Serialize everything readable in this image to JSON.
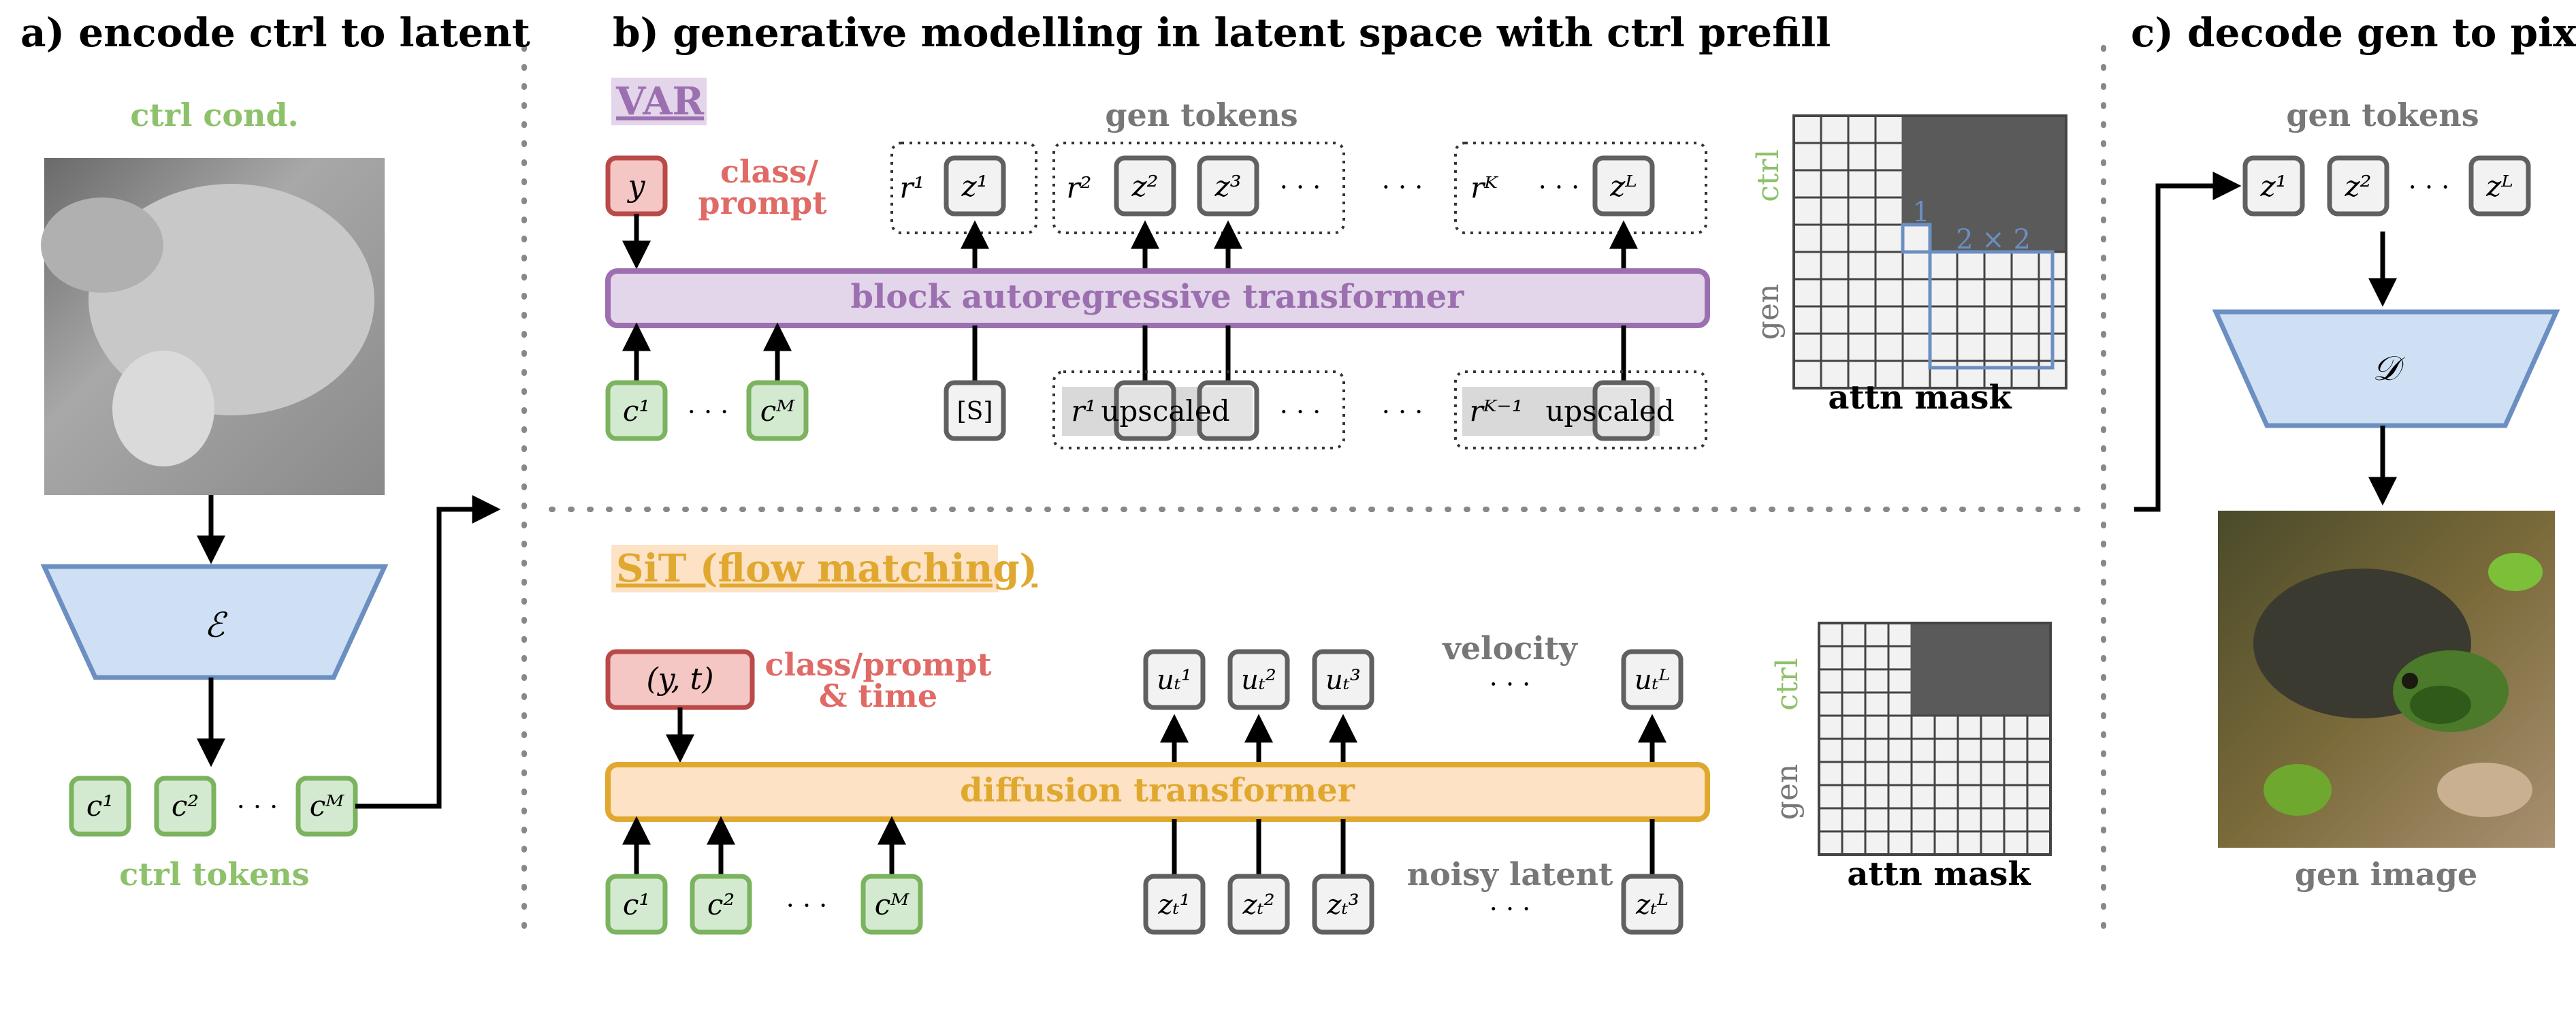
{
  "panels": {
    "a_title": "a) encode ctrl to latent",
    "b_title": "b) generative modelling in latent space with ctrl prefill",
    "c_title": "c) decode gen to pixels"
  },
  "panel_a": {
    "ctrl_cond": "ctrl cond.",
    "encoder": "ℰ",
    "ctrl_tokens": "ctrl tokens",
    "tokens": [
      "c¹",
      "c²",
      "· · ·",
      "cᴹ"
    ]
  },
  "var": {
    "label": "VAR",
    "cond": "y",
    "cond_label_1": "class/",
    "cond_label_2": "prompt",
    "gen_tokens": "gen tokens",
    "transformer": "block autoregressive transformer",
    "out_tokens": [
      "r¹",
      "z¹",
      "r²",
      "z²",
      "z³",
      "· · ·",
      "· · ·",
      "rᴷ",
      "· · ·",
      "zᴸ"
    ],
    "in_tokens": [
      "c¹",
      "· · ·",
      "cᴹ",
      "[S]",
      "r¹",
      "upscaled",
      "· · ·",
      "· · ·",
      "rᴷ⁻¹",
      "upscaled"
    ],
    "mask_label": "attn mask",
    "mask_ctrl": "ctrl",
    "mask_gen": "gen",
    "mask_block_1": "1",
    "mask_block_2": "2 × 2"
  },
  "sit": {
    "label": "SiT (flow matching)",
    "cond": "(y, t)",
    "cond_label_1": "class/prompt",
    "cond_label_2": "& time",
    "velocity": "velocity",
    "transformer": "diffusion transformer",
    "noisy_latent": "noisy latent",
    "out_tokens": [
      "uₜ¹",
      "uₜ²",
      "uₜ³",
      "· · ·",
      "uₜᴸ"
    ],
    "in_tokens": [
      "c¹",
      "c²",
      "· · ·",
      "cᴹ",
      "zₜ¹",
      "zₜ²",
      "zₜ³",
      "· · ·",
      "zₜᴸ"
    ],
    "mask_label": "attn mask",
    "mask_ctrl": "ctrl",
    "mask_gen": "gen"
  },
  "panel_c": {
    "gen_tokens": "gen tokens",
    "decoder": "𝒟",
    "gen_image": "gen image",
    "tokens": [
      "z¹",
      "z²",
      "· · ·",
      "zᴸ"
    ]
  },
  "colors": {
    "ctrl_green": "#8dc16a",
    "class_red": "#e06a66",
    "var_purple": "#9b6fb0",
    "sit_orange": "#e0a82e",
    "encoder_blue": "#cfe0f5",
    "mask_dark": "#5a5a5a"
  }
}
